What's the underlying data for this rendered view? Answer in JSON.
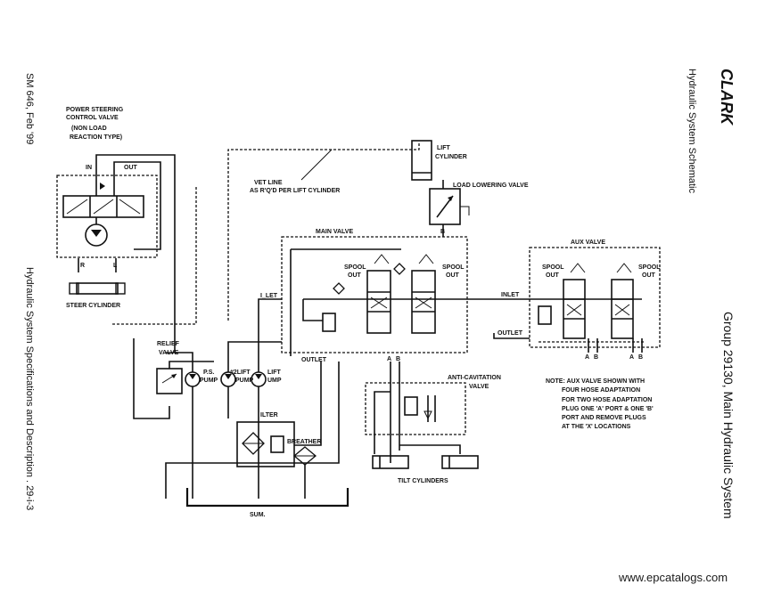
{
  "sidebar_left": {
    "doc_number": "SM 646, Feb '99",
    "footer_title": "Hydraulic  System  Specifications  and  Description  .  29-i-3"
  },
  "sidebar_right": {
    "brand": "CLARK",
    "subtitle": "Hydraulic System Schematic",
    "group_title": "Group  29130,  Main  Hydraulic  System"
  },
  "labels": {
    "psv_1": "POWER STEERING",
    "psv_2": "CONTROL VALVE",
    "psv_3": "(NON LOAD",
    "psv_4": "REACTION TYPE)",
    "in": "IN",
    "out": "OUT",
    "r": "R",
    "l": "L",
    "steer_cyl": "STEER CYLINDER",
    "vent_1": "VET LINE",
    "vent_2": "AS R'Q'D PER LIFT CYLINDER",
    "lift_cyl_1": "LIFT",
    "lift_cyl_2": "CYLINDER",
    "load_lowering": "LOAD LOWERING VALVE",
    "b": "B",
    "main_valve": "MAIN VALVE",
    "spool_out_1": "SPOOL",
    "spool_out_2": "OUT",
    "inlet_left": "I_LET",
    "inlet_right": "INLET",
    "outlet_main": "OUTLET",
    "outlet_aux": "OUTLET",
    "aux_valve": "AUX VALVE",
    "relief_1": "RELIEF",
    "relief_2": "VALVE",
    "ps_pump_1": "P.S.",
    "ps_pump_2": "PUMP",
    "lift2_pump_1": "#2LIFT",
    "lift2_pump_2": "PUMP",
    "lift_pump_1": "LIFT",
    "lift_pump_2": "UMP",
    "filter": "ILTER",
    "breather": "BREATHER",
    "sump": "SUM.",
    "anti_cav_1": "ANTI-CAVITATION",
    "anti_cav_2": "VALVE",
    "tilt_cyl": "TILT CYLINDERS",
    "a": "A",
    "note_1": "NOTE: AUX VALVE SHOWN WITH",
    "note_2": "FOUR HOSE ADAPTATION",
    "note_3": "FOR TWO HOSE ADAPTATION",
    "note_4": "PLUG ONE 'A' PORT & ONE 'B'",
    "note_5": "PORT AND REMOVE PLUGS",
    "note_6": "AT THE 'X' LOCATIONS"
  },
  "watermark": "www.epcatalogs.com"
}
